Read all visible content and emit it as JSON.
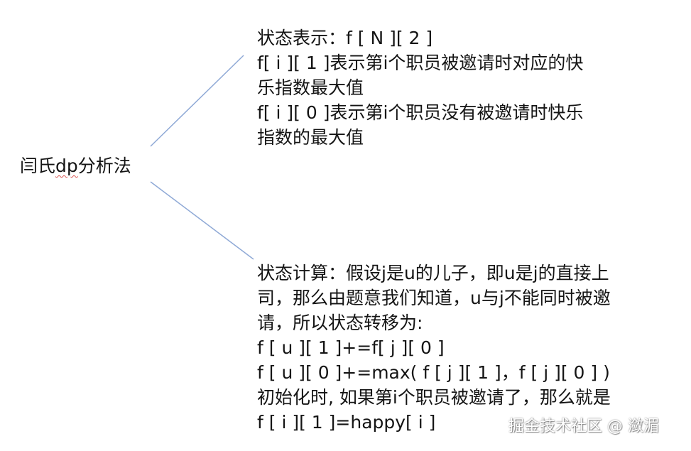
{
  "root": {
    "label_prefix": "闫氏",
    "label_underlined": "dp",
    "label_suffix": "分析法"
  },
  "state_representation": {
    "lines": [
      "状态表示：f [ N ][ 2 ]",
      "f[ i ][ 1 ]表示第i个职员被邀请时对应的快",
      "乐指数最大值",
      "f[ i ][ 0 ]表示第i个职员没有被邀请时快乐",
      "指数的最大值"
    ]
  },
  "state_computation": {
    "lines": [
      "状态计算：假设j是u的儿子，即u是j的直接上",
      "司，那么由题意我们知道，u与j不能同时被邀",
      "请，所以状态转移为:",
      "f [ u ][ 1 ]+=f[  j  ][ 0 ]",
      "f [ u ][ 0 ]+=max( f [ j ][ 1 ]，f [ j ][ 0 ] )",
      "初始化时, 如果第i个职员被邀请了，那么就是",
      "f [ i ][ 1 ]=happy[ i ]"
    ]
  },
  "watermark": {
    "text": "掘金技术社区 @ 潋湄"
  },
  "colors": {
    "connector": "#8fa9d6",
    "text": "#141414",
    "spellcheck_underline": "#d9534f"
  }
}
